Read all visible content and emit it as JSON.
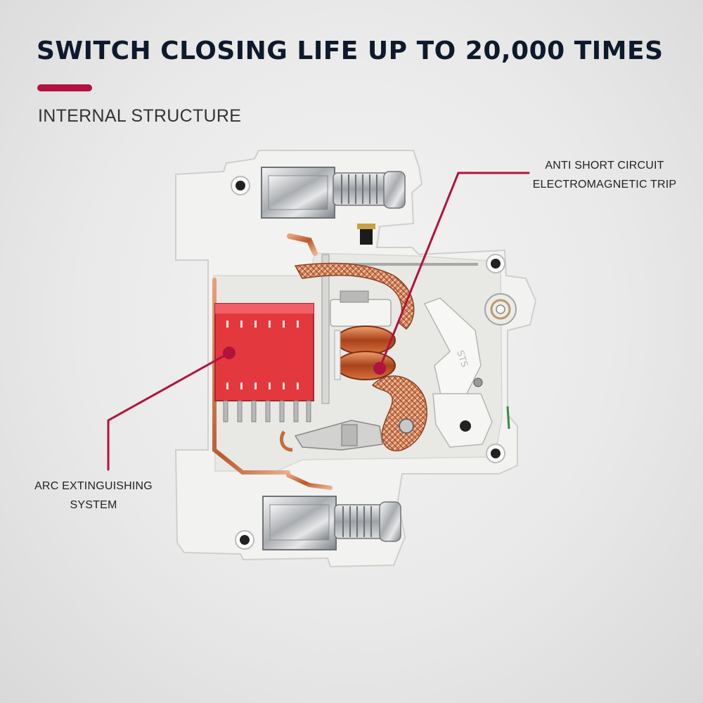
{
  "header": {
    "title": "SWITCH CLOSING LIFE UP TO 20,000 TIMES",
    "subtitle": "INTERNAL STRUCTURE"
  },
  "callouts": {
    "trip": {
      "line1": "ANTI SHORT CIRCUIT",
      "line2": "ELECTROMAGNETIC TRIP"
    },
    "arc": {
      "line1": "ARC EXTINGUISHING",
      "line2": "SYSTEM"
    }
  },
  "figure": {
    "name": "circuit-breaker-internal-structure",
    "device_marking": "STS"
  },
  "colors": {
    "accent": "#b2123f",
    "arc_chute": "#e4383f",
    "copper": "#c86a3c",
    "housing": "#f2f2f0",
    "title_text": "#0e1a2b"
  }
}
